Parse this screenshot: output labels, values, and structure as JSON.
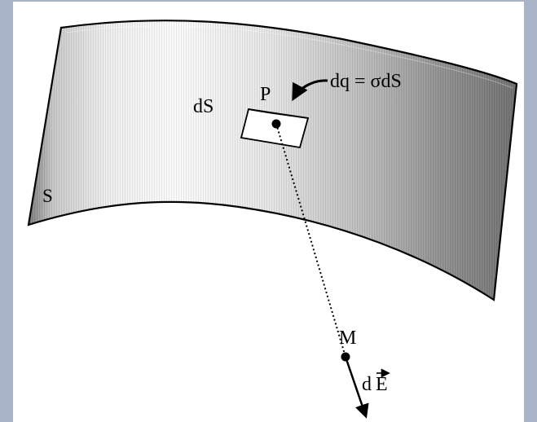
{
  "labels": {
    "surface": "S",
    "element": "dS",
    "point_p": "P",
    "charge_relation": "dq = σdS",
    "point_m": "M",
    "field_prefix": "d",
    "field_vector": "E"
  },
  "colors": {
    "page_frame": "#a9b4c8",
    "page_background": "#ffffff",
    "surface_dark": "#7f7f7f",
    "surface_light": "#fbfbfb",
    "ink": "#000000"
  }
}
